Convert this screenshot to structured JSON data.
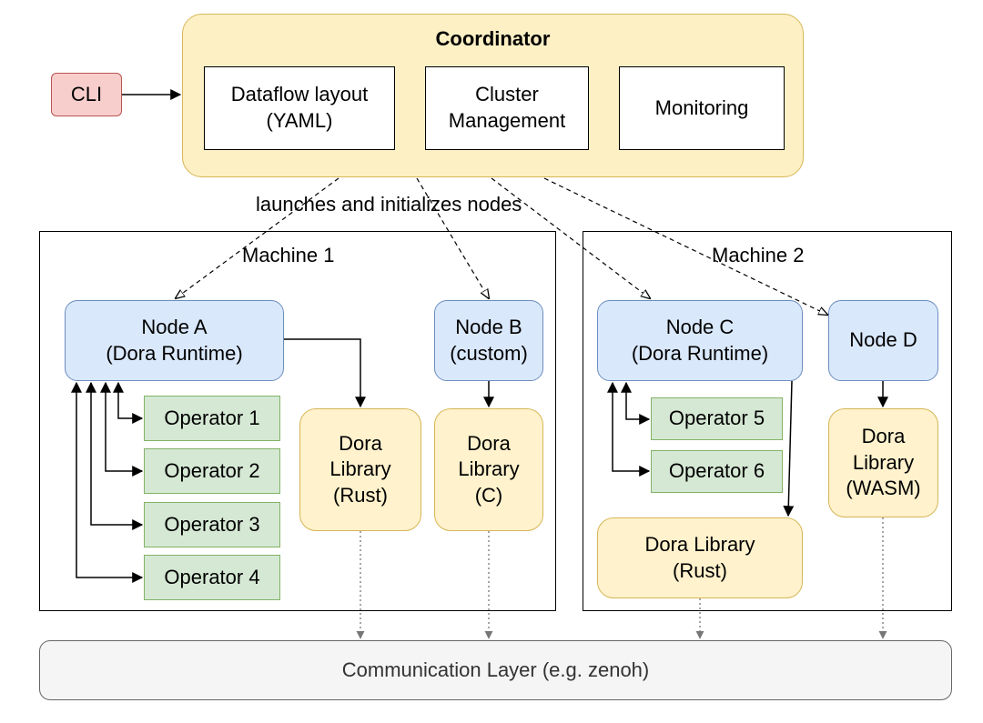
{
  "coordinator": {
    "title": "Coordinator",
    "dataflow": "Dataflow layout\n(YAML)",
    "cluster": "Cluster\nManagement",
    "monitoring": "Monitoring"
  },
  "cli": "CLI",
  "launch_label": "launches and initializes nodes",
  "machine1": {
    "label": "Machine 1",
    "node_a": "Node A\n(Dora Runtime)",
    "node_b": "Node B\n(custom)",
    "operators": [
      "Operator 1",
      "Operator 2",
      "Operator 3",
      "Operator 4"
    ],
    "lib_rust": "Dora\nLibrary\n(Rust)",
    "lib_c": "Dora\nLibrary\n(C)"
  },
  "machine2": {
    "label": "Machine 2",
    "node_c": "Node C\n(Dora Runtime)",
    "node_d": "Node D",
    "operators": [
      "Operator 5",
      "Operator 6"
    ],
    "lib_rust": "Dora Library\n(Rust)",
    "lib_wasm": "Dora\nLibrary\n(WASM)"
  },
  "comm_layer": "Communication Layer (e.g. zenoh)"
}
